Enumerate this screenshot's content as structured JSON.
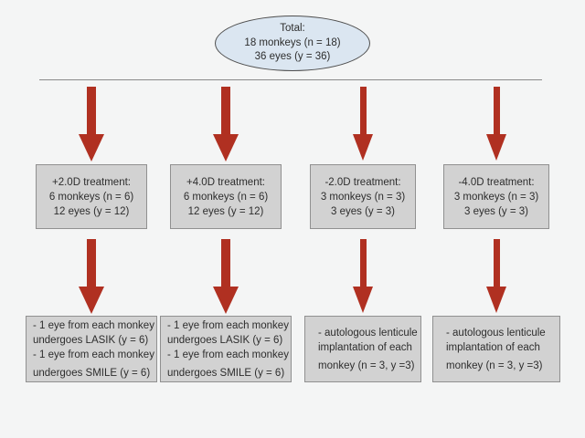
{
  "diagram_title": "Monkey treatment flowchart",
  "colors": {
    "background": "#f4f5f5",
    "arrow": "#b03021",
    "box_fill": "#d2d2d2",
    "box_border": "#909090",
    "ellipse_fill": "#dbe6f1",
    "ellipse_border": "#4f4f4f",
    "divider": "#8a8a8a",
    "text": "#2d2d2d"
  },
  "total_node": {
    "lines": [
      "Total:",
      "18 monkeys (n = 18)",
      "36 eyes (y = 36)"
    ]
  },
  "columns": [
    {
      "treatment": {
        "lines": [
          "+2.0D treatment:",
          "6 monkeys (n = 6)",
          "12 eyes (y = 12)"
        ]
      },
      "procedure": {
        "lines": [
          "- 1 eye from each monkey",
          "undergoes LASIK (y = 6)",
          "- 1 eye from each monkey",
          "undergoes SMILE (y = 6)"
        ]
      }
    },
    {
      "treatment": {
        "lines": [
          "+4.0D treatment:",
          "6 monkeys (n = 6)",
          "12 eyes (y = 12)"
        ]
      },
      "procedure": {
        "lines": [
          "- 1 eye from each monkey",
          "undergoes LASIK (y = 6)",
          "- 1 eye from each monkey",
          "undergoes SMILE (y = 6)"
        ]
      }
    },
    {
      "treatment": {
        "lines": [
          "-2.0D treatment:",
          "3 monkeys (n = 3)",
          "3 eyes (y = 3)"
        ]
      },
      "procedure": {
        "lines": [
          "- autologous lenticule",
          "implantation of each",
          "monkey (n = 3, y =3)"
        ]
      }
    },
    {
      "treatment": {
        "lines": [
          "-4.0D treatment:",
          "3 monkeys (n = 3)",
          "3 eyes (y = 3)"
        ]
      },
      "procedure": {
        "lines": [
          "- autologous lenticule",
          "implantation of each",
          "monkey (n = 3, y =3)"
        ]
      }
    }
  ]
}
